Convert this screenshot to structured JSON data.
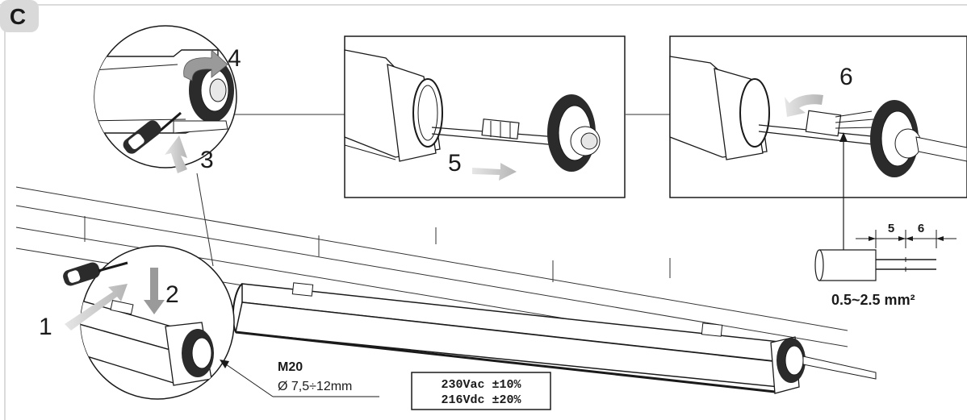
{
  "section": {
    "letter": "C"
  },
  "steps": {
    "s1": "1",
    "s2": "2",
    "s3": "3",
    "s4": "4",
    "s5": "5",
    "s6": "6"
  },
  "gland": {
    "thread": "M20",
    "diameter": "Ø 7,5÷12mm"
  },
  "wire": {
    "strip_outer": "5",
    "strip_inner": "6",
    "cross_section": "0.5~2.5 mm²"
  },
  "supply": {
    "ac": "230Vac ±10%",
    "dc": "216Vdc ±20%"
  },
  "colors": {
    "ink": "#1a1a1a",
    "badge": "#d9d9d9",
    "arrow": "#c8c8c8",
    "frame": "#bdbdbd"
  }
}
